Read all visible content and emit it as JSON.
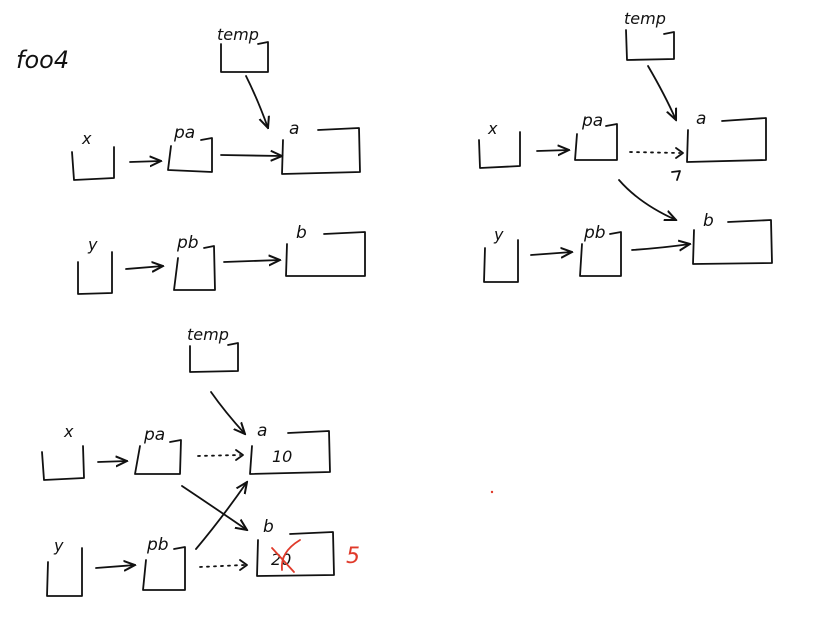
{
  "title": "foo4",
  "labels": {
    "temp": "temp",
    "x": "x",
    "y": "y",
    "pa": "pa",
    "pb": "pb",
    "a": "a",
    "b": "b"
  },
  "values": {
    "a": "10",
    "b_old": "20",
    "b_new": "5"
  },
  "colors": {
    "ink": "#111111",
    "correction": "#e03a2a"
  }
}
